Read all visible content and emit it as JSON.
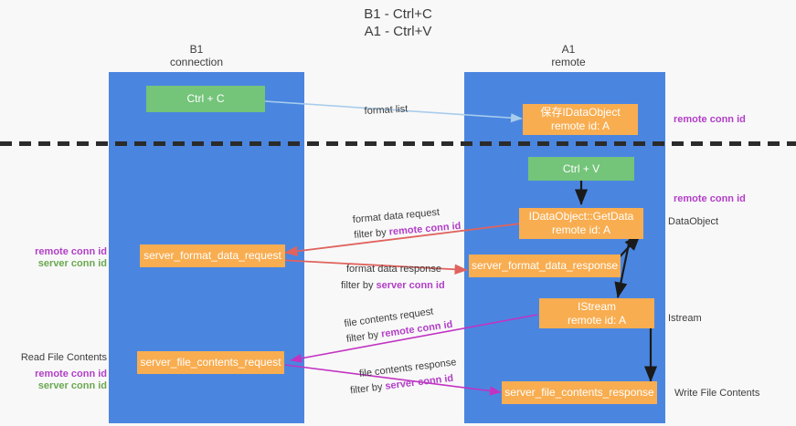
{
  "title": "B1 - Ctrl+C\nA1 - Ctrl+V",
  "columns": {
    "left": {
      "name": "B1",
      "role": "connection",
      "label": "B1\nconnection"
    },
    "right": {
      "name": "A1",
      "role": "remote",
      "label": "A1\nremote"
    }
  },
  "colors": {
    "lane": "#4a86e0",
    "green_box": "#74c47a",
    "orange_box": "#f8ad50",
    "purple_text": "#b23ec8",
    "green_text": "#6aa84f",
    "divider": "#2b2b2b",
    "arrow_blue": "#a8ccec",
    "arrow_black": "#1a1a1a",
    "arrow_red": "#e0635e",
    "arrow_magenta": "#c233c2",
    "background": "#f8f8f8"
  },
  "boxes": {
    "ctrl_c": {
      "text": "Ctrl + C",
      "type": "green"
    },
    "ctrl_v": {
      "text": "Ctrl + V",
      "type": "green"
    },
    "save_dataobject": {
      "text": "保存IDataObject\nremote id: A",
      "type": "orange"
    },
    "getdata": {
      "text": "IDataObject::GetData\nremote id: A",
      "type": "orange"
    },
    "istream": {
      "text": "IStream\nremote id: A",
      "type": "orange"
    },
    "server_format_data_request": {
      "text": "server_format_data_request",
      "type": "orange"
    },
    "server_format_data_response": {
      "text": "server_format_data_response",
      "type": "orange"
    },
    "server_file_contents_request": {
      "text": "server_file_contents_request",
      "type": "orange"
    },
    "server_file_contents_response": {
      "text": "server_file_contents_response",
      "type": "orange"
    }
  },
  "edge_labels": {
    "format_list": "format list",
    "format_data_request": "format data request",
    "format_data_request_filter_prefix": "filter by ",
    "format_data_request_filter_value": "remote conn id",
    "format_data_response": "format data response",
    "format_data_response_filter_prefix": "filter by ",
    "format_data_response_filter_value": "server conn id",
    "file_contents_request": "file contents request",
    "file_contents_request_filter_prefix": "filter by ",
    "file_contents_request_filter_value": "remote conn id",
    "file_contents_response": "file contents response",
    "file_contents_response_filter_prefix": "filter by ",
    "file_contents_response_filter_value": "server conn id"
  },
  "annotations": {
    "right_remote_conn_id_top": "remote conn id",
    "right_remote_conn_id_mid": "remote conn id",
    "right_dataobject": "DataObject",
    "right_istream": "Istream",
    "right_write_file_contents": "Write File Contents",
    "left_remote_conn_id_mid": "remote conn id",
    "left_server_conn_id_mid": "server conn id",
    "left_read_file_contents": "Read File Contents",
    "left_remote_conn_id_bottom": "remote conn id",
    "left_server_conn_id_bottom": "server conn id"
  }
}
